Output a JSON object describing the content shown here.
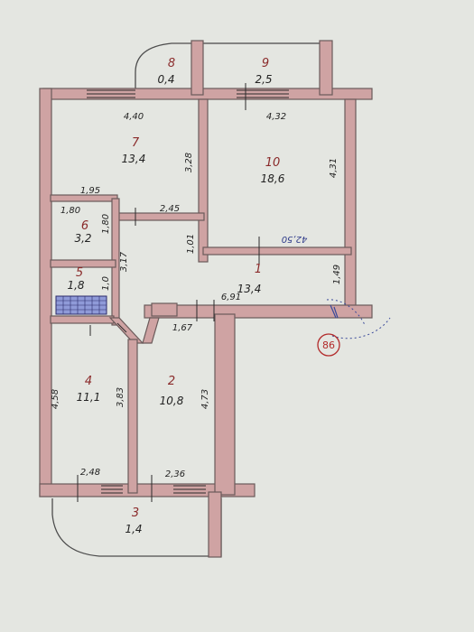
{
  "rooms": [
    {
      "id": "r1",
      "number": "1",
      "area": "13,4"
    },
    {
      "id": "r2",
      "number": "2",
      "area": "10,8"
    },
    {
      "id": "r3",
      "number": "3",
      "area": "1,4"
    },
    {
      "id": "r4",
      "number": "4",
      "area": "11,1"
    },
    {
      "id": "r5",
      "number": "5",
      "area": "1,8"
    },
    {
      "id": "r6",
      "number": "6",
      "area": "3,2"
    },
    {
      "id": "r7",
      "number": "7",
      "area": "13,4"
    },
    {
      "id": "r8",
      "number": "8",
      "area": "0,4"
    },
    {
      "id": "r9",
      "number": "9",
      "area": "2,5"
    },
    {
      "id": "r10",
      "number": "10",
      "area": "18,6"
    }
  ],
  "dimensions": {
    "d440": "4,40",
    "d432": "4,32",
    "d328": "3,28",
    "d431": "4,31",
    "d195": "1,95",
    "d245": "2,45",
    "d180a": "1,80",
    "d180b": "1,80",
    "d101": "1,01",
    "d317": "3,17",
    "d10": "1,0",
    "d691": "6,91",
    "d149": "1,49",
    "d167": "1,67",
    "d458": "4,58",
    "d383": "3,83",
    "d473": "4,73",
    "d248": "2,48",
    "d236": "2,36"
  },
  "annotation": "42,50",
  "stamp": "86",
  "colors": {
    "wall_fill": "#cfa3a3",
    "paper": "#e4e6e1",
    "room_numbers": "#8a2a2a",
    "stamp": "#b22a2a"
  }
}
